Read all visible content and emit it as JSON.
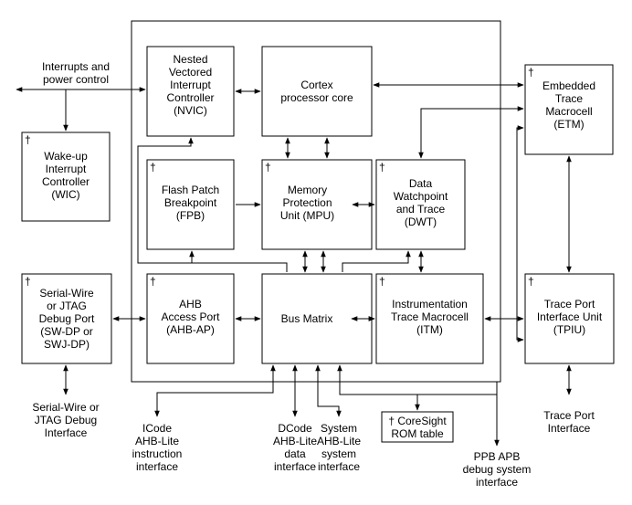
{
  "dagger": "†",
  "blocks": {
    "nvic": [
      "Nested",
      "Vectored",
      "Interrupt",
      "Controller",
      "(NVIC)"
    ],
    "core": [
      "Cortex",
      "processor core"
    ],
    "etm": [
      "Embedded",
      "Trace",
      "Macrocell",
      "(ETM)"
    ],
    "wic": [
      "Wake-up",
      "Interrupt",
      "Controller",
      "(WIC)"
    ],
    "fpb": [
      "Flash Patch",
      "Breakpoint",
      "(FPB)"
    ],
    "mpu": [
      "Memory",
      "Protection",
      "Unit (MPU)"
    ],
    "dwt": [
      "Data",
      "Watchpoint",
      "and Trace",
      "(DWT)"
    ],
    "swdp": [
      "Serial-Wire",
      "or JTAG",
      "Debug Port",
      "(SW-DP or",
      "SWJ-DP)"
    ],
    "ahbap": [
      "AHB",
      "Access Port",
      "(AHB-AP)"
    ],
    "busmatrix": [
      "Bus Matrix"
    ],
    "itm": [
      "Instrumentation",
      "Trace Macrocell",
      "(ITM)"
    ],
    "tpiu": [
      "Trace Port",
      "Interface Unit",
      "(TPIU)"
    ],
    "rom": [
      "† CoreSight",
      "ROM table"
    ]
  },
  "labels": {
    "interrupts": [
      "Interrupts and",
      "power control"
    ],
    "swjtag_if": [
      "Serial-Wire or",
      "JTAG Debug",
      "Interface"
    ],
    "icode": [
      "ICode",
      "AHB-Lite",
      "instruction",
      "interface"
    ],
    "dcode": [
      "DCode",
      "AHB-Lite",
      "data",
      "interface"
    ],
    "system": [
      "System",
      "AHB-Lite",
      "system",
      "interface"
    ],
    "ppb": [
      "PPB APB",
      "debug system",
      "interface"
    ],
    "traceport": [
      "Trace Port",
      "Interface"
    ]
  }
}
